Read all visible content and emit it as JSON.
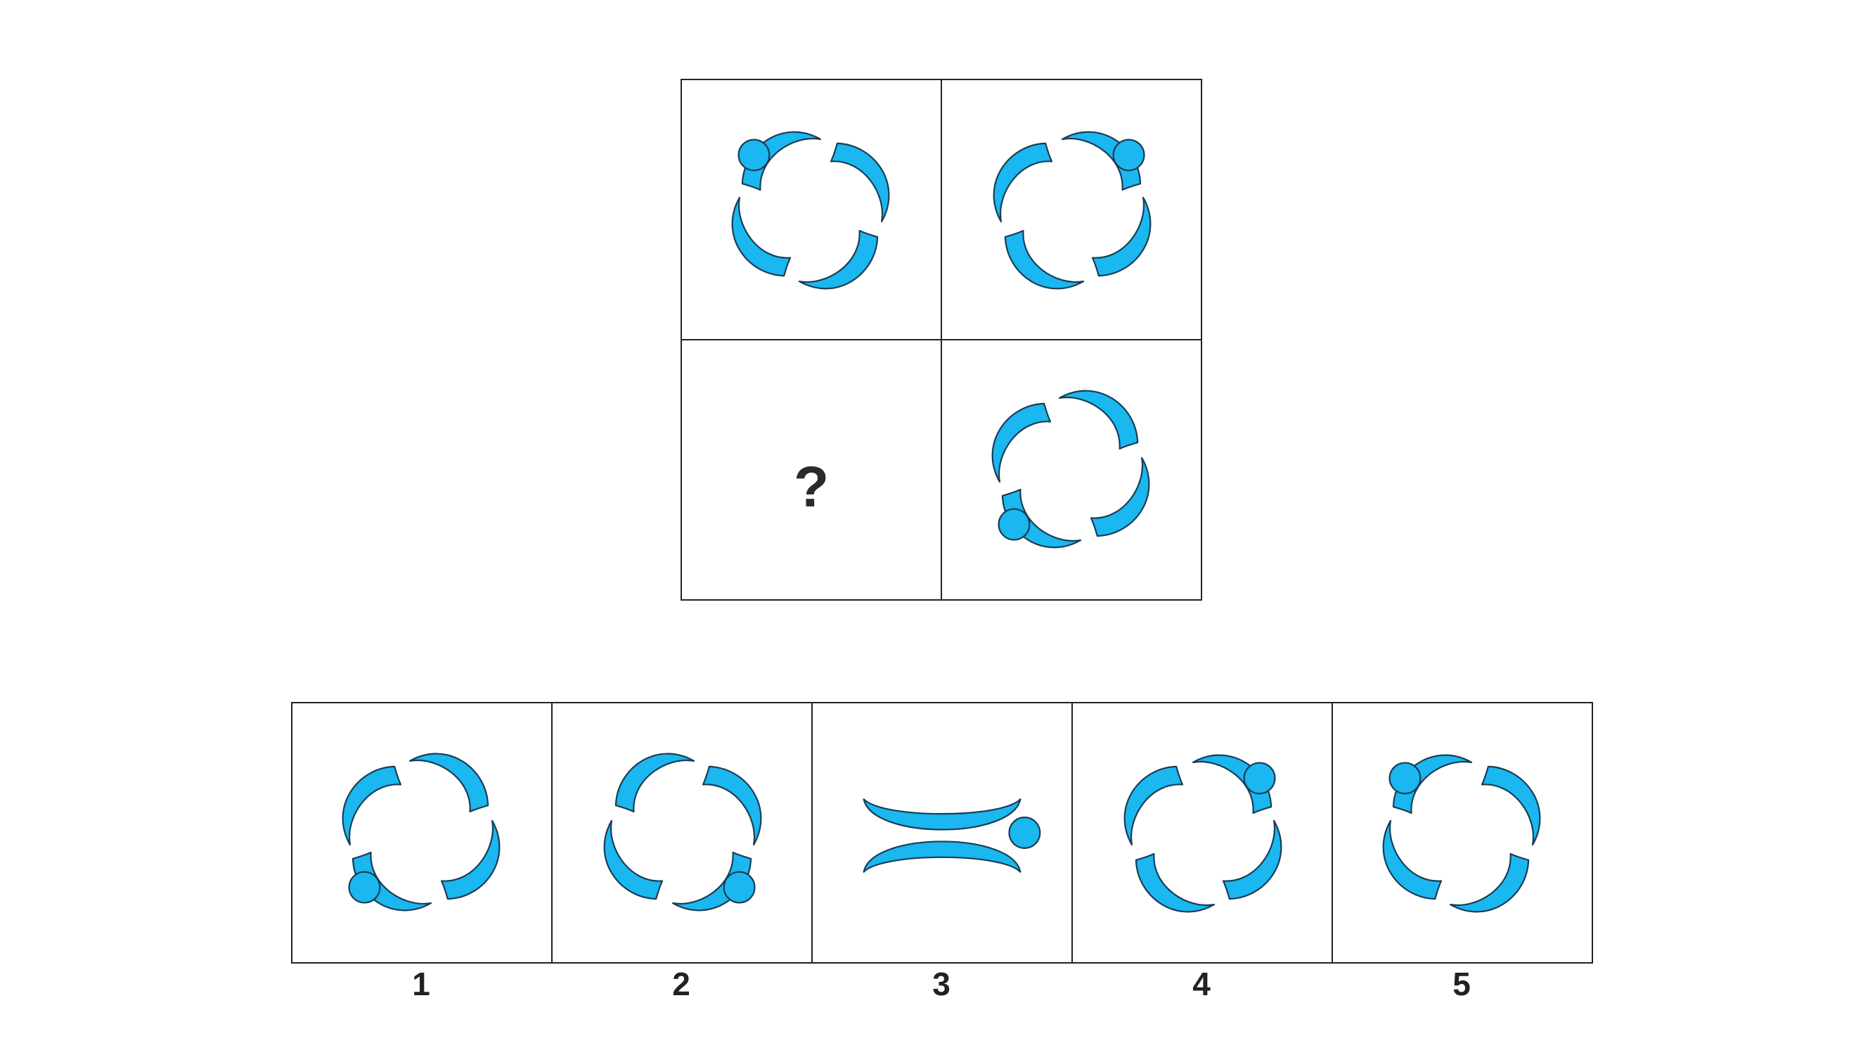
{
  "puzzle": {
    "question_mark": "?",
    "matrix": [
      {
        "id": "cell-top-left",
        "rotation": 0,
        "mirror": false
      },
      {
        "id": "cell-top-right",
        "rotation": 0,
        "mirror": true
      },
      {
        "id": "cell-bottom-left",
        "empty": true
      },
      {
        "id": "cell-bottom-right",
        "rotation": 180,
        "mirror": true
      }
    ],
    "options": [
      {
        "label": "1",
        "rotation": 180,
        "mirror": true,
        "variant": "pinwheel"
      },
      {
        "label": "2",
        "rotation": 180,
        "mirror": false,
        "variant": "pinwheel"
      },
      {
        "label": "3",
        "rotation": 0,
        "mirror": false,
        "variant": "bowl"
      },
      {
        "label": "4",
        "rotation": 0,
        "mirror": true,
        "variant": "pinwheel"
      },
      {
        "label": "5",
        "rotation": 0,
        "mirror": false,
        "variant": "pinwheel"
      }
    ]
  },
  "colors": {
    "shape_fill": "#1ab7f0",
    "shape_outline": "#1a3c55",
    "grid_border": "#222222"
  }
}
